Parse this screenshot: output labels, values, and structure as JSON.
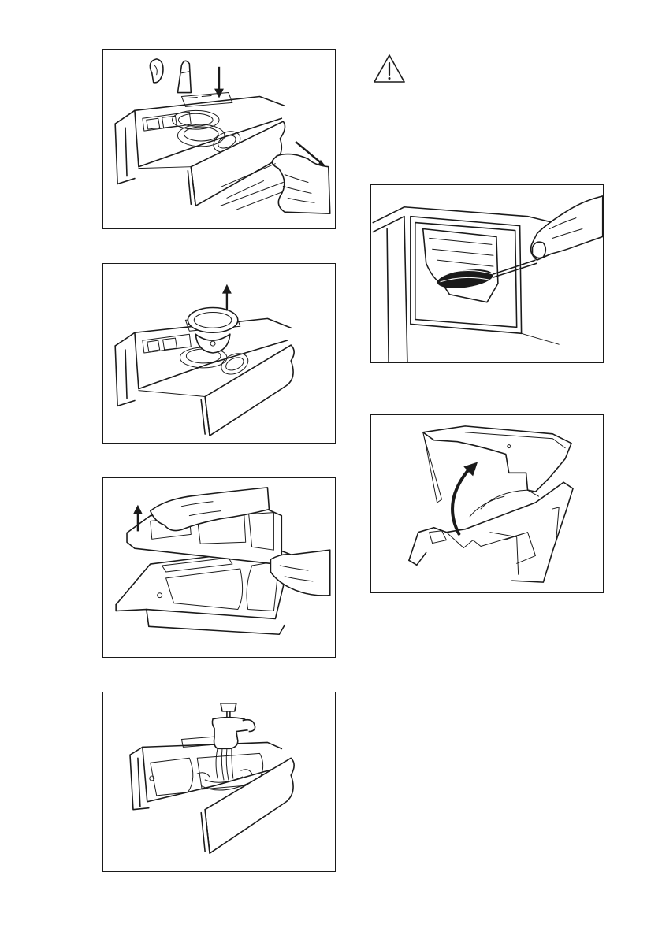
{
  "page": {
    "figures": [
      {
        "id": "fig-push-release-pull",
        "icons": [
          "arrow-down-icon",
          "arrow-diagonal-icon",
          "hand-icon"
        ]
      },
      {
        "id": "fig-lift-siphon",
        "icons": [
          "arrow-up-icon"
        ]
      },
      {
        "id": "fig-remove-top-part",
        "icons": [
          "arrow-up-icon",
          "hand-icon"
        ]
      },
      {
        "id": "fig-rinse-under-tap",
        "icons": [
          "tap-icon",
          "water-stream-icon"
        ]
      },
      {
        "id": "fig-brush-recess",
        "icons": [
          "brush-icon",
          "hand-icon"
        ]
      },
      {
        "id": "fig-reassemble-top",
        "icons": [
          "curved-arrow-icon"
        ]
      }
    ],
    "warning_icon": "warning-triangle-icon",
    "colors": {
      "ink": "#1a1a1a",
      "paper": "#ffffff"
    }
  }
}
